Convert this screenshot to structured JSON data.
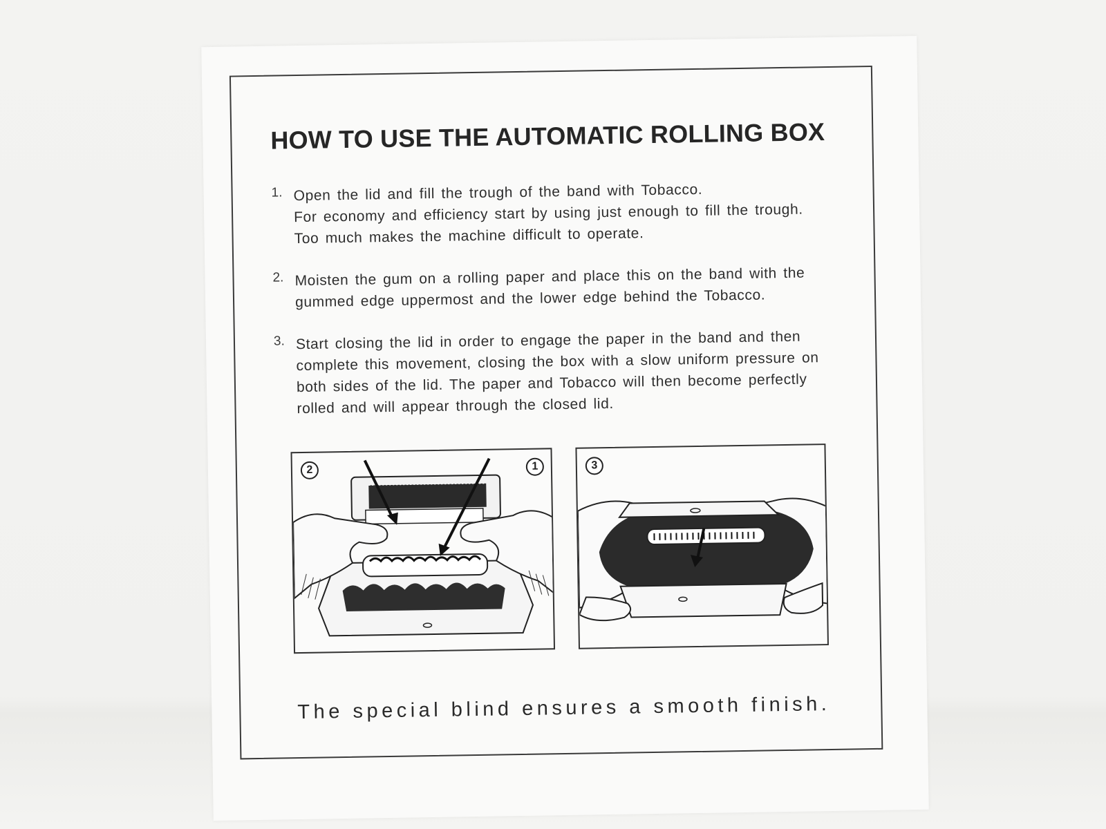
{
  "document": {
    "title": "HOW TO USE THE AUTOMATIC ROLLING BOX",
    "steps": [
      {
        "number": "1.",
        "lines": [
          "Open the lid and fill the trough of the band with Tobacco.",
          "For economy and efficiency start by using just enough to fill the trough.",
          "Too much makes the machine difficult to operate."
        ]
      },
      {
        "number": "2.",
        "lines": [
          "Moisten the gum on a rolling paper and place this on the band with the",
          "gummed edge uppermost and the lower edge behind the Tobacco."
        ]
      },
      {
        "number": "3.",
        "lines": [
          "Start closing the lid in order to engage the paper in the band and then",
          "complete this movement, closing the box with a slow uniform pressure on",
          "both sides of the lid. The paper and Tobacco will then become perfectly",
          "rolled and will appear through the closed lid."
        ]
      }
    ],
    "illustrations": [
      {
        "markers": [
          "2",
          "1"
        ],
        "icon": "rolling-box-open-illustration"
      },
      {
        "markers": [
          "3"
        ],
        "icon": "rolling-box-closing-illustration"
      }
    ],
    "footer": "The special blind ensures a smooth finish."
  }
}
